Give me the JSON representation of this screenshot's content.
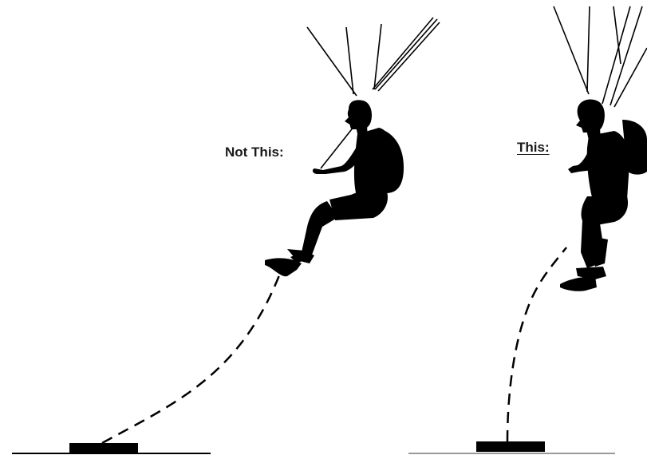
{
  "panels": [
    {
      "caption": "Not This:",
      "caption_style": "plain"
    },
    {
      "caption": "This:",
      "caption_style": "underlined"
    }
  ],
  "colors": {
    "silhouette": "#000000",
    "rope": "#000000",
    "ground_left": "#000000",
    "ground_right": "#9a9a9a",
    "background": "#ffffff"
  }
}
